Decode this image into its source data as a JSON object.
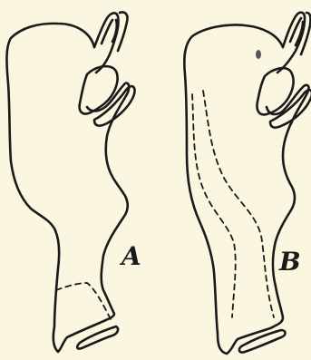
{
  "figure": {
    "panels": [
      {
        "id": "A",
        "label": "A"
      },
      {
        "id": "B",
        "label": "B"
      }
    ]
  },
  "colors": {
    "background": "#fbf6df",
    "ink": "#1a1a1a"
  }
}
